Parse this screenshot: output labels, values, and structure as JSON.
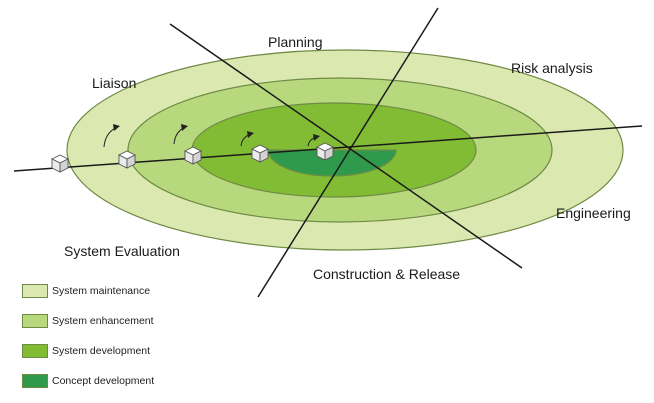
{
  "diagram": {
    "labels": {
      "planning": "Planning",
      "risk_analysis": "Risk analysis",
      "engineering": "Engineering",
      "construction": "Construction & Release",
      "system_evaluation": "System Evaluation",
      "liaison": "Liaison"
    },
    "rings": [
      {
        "key": "maintenance",
        "color": "#dbe9b1"
      },
      {
        "key": "enhancement",
        "color": "#b8d87d"
      },
      {
        "key": "development",
        "color": "#82bc34"
      },
      {
        "key": "concept",
        "color": "#2f9a4c"
      }
    ],
    "stroke_color": "#6f8a45"
  },
  "legend": {
    "items": [
      {
        "label": "System maintenance",
        "color": "#dbe9b1"
      },
      {
        "label": "System enhancement",
        "color": "#b8d87d"
      },
      {
        "label": "System development",
        "color": "#82bc34"
      },
      {
        "label": "Concept development",
        "color": "#2f9a4c"
      }
    ]
  }
}
